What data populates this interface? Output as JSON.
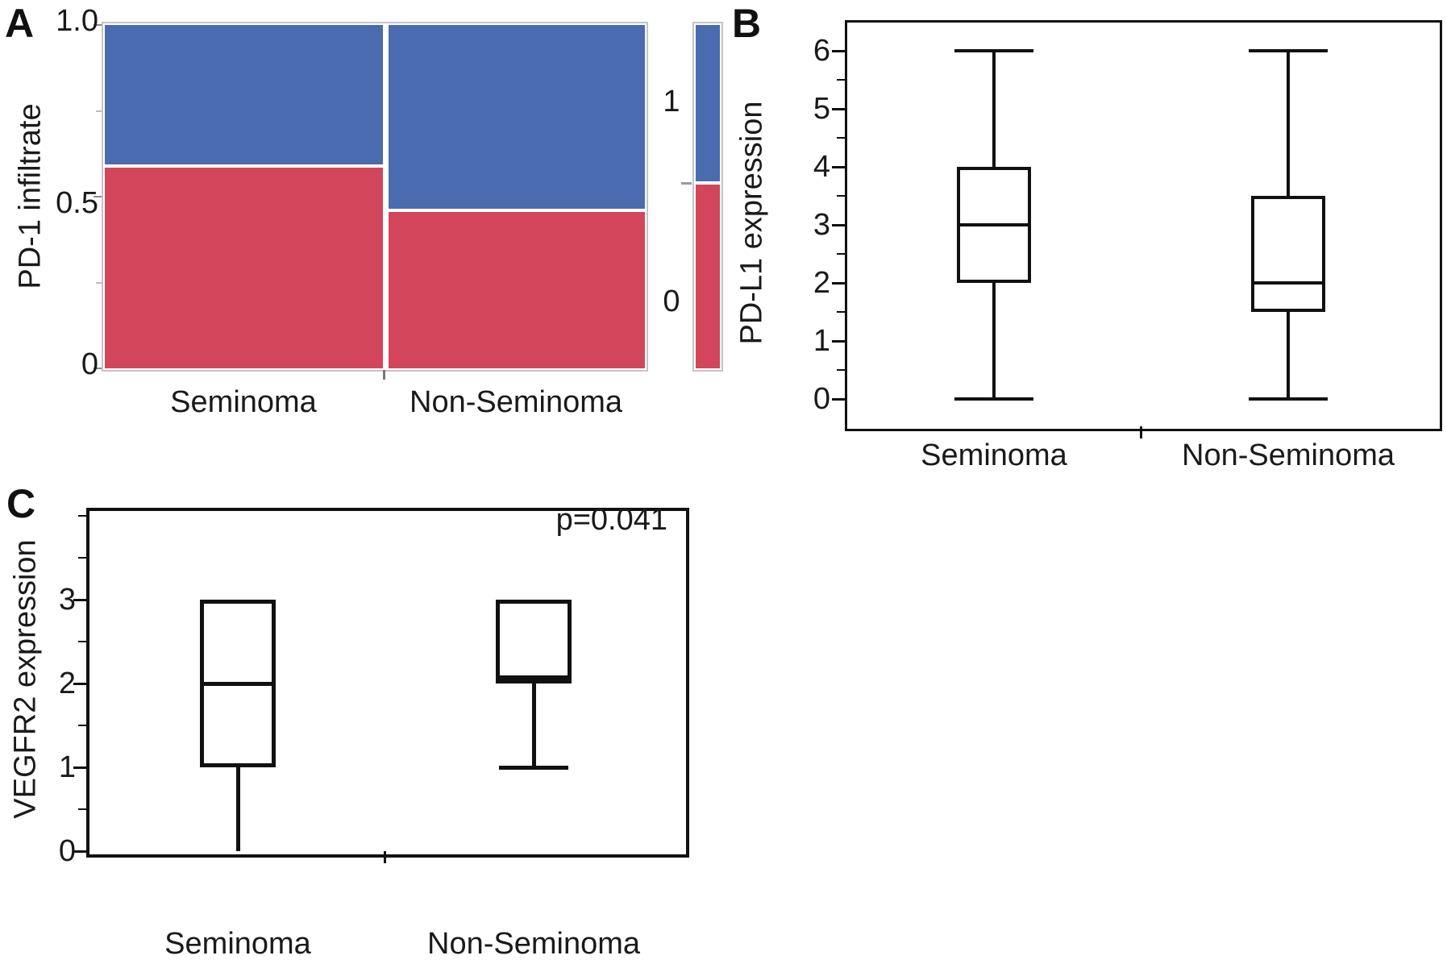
{
  "figure": {
    "background": "#ffffff",
    "panel_letters": [
      "A",
      "B",
      "C"
    ]
  },
  "chart_data": [
    {
      "panel_label": "A",
      "type": "mosaic",
      "ylabel": "PD-1 infiltrate",
      "ytick_labels": [
        "1.0",
        "0.5",
        "0"
      ],
      "ytick_values": [
        1.0,
        0.5,
        0
      ],
      "categories": [
        "Seminoma",
        "Non-Seminoma"
      ],
      "column_fractions": [
        0.52,
        0.48
      ],
      "stacks": [
        {
          "category": "Seminoma",
          "segments": [
            {
              "level": "1",
              "fraction": 0.41
            },
            {
              "level": "0",
              "fraction": 0.59
            }
          ]
        },
        {
          "category": "Non-Seminoma",
          "segments": [
            {
              "level": "1",
              "fraction": 0.54
            },
            {
              "level": "0",
              "fraction": 0.46
            }
          ]
        }
      ],
      "legend": {
        "labels": [
          "1",
          "0"
        ],
        "fractions": [
          0.46,
          0.54
        ]
      },
      "colors": {
        "level_1": "#4a6bb0",
        "level_0": "#d3455b",
        "mosaic_border": "#c4c4c4"
      }
    },
    {
      "panel_label": "B",
      "type": "box",
      "ylabel": "PD-L1 expression",
      "categories": [
        "Seminoma",
        "Non-Seminoma"
      ],
      "ylim": [
        0,
        6.5
      ],
      "ytick_values": [
        0,
        1,
        2,
        3,
        4,
        5,
        6
      ],
      "ytick_labels": [
        "0",
        "1",
        "2",
        "3",
        "4",
        "5",
        "6"
      ],
      "grid": false,
      "series": [
        {
          "name": "Seminoma",
          "min": 0,
          "q1": 2,
          "median": 3,
          "q3": 4,
          "max": 6,
          "min_cap": true,
          "max_cap": true
        },
        {
          "name": "Non-Seminoma",
          "min": 0,
          "q1": 1.5,
          "median": 2,
          "q3": 3.5,
          "max": 6,
          "min_cap": true,
          "max_cap": true
        }
      ]
    },
    {
      "panel_label": "C",
      "type": "box",
      "ylabel": "VEGFR2 expression",
      "annotation": "p=0.041",
      "categories": [
        "Seminoma",
        "Non-Seminoma"
      ],
      "ylim": [
        0,
        4.1
      ],
      "ytick_values": [
        0,
        1,
        2,
        3
      ],
      "ytick_labels": [
        "0",
        "1",
        "2",
        "3"
      ],
      "grid": false,
      "series": [
        {
          "name": "Seminoma",
          "min": 0,
          "q1": 1,
          "median": 2,
          "q3": 3,
          "max": 3,
          "min_cap": false,
          "max_cap": false
        },
        {
          "name": "Non-Seminoma",
          "min": 1,
          "q1": 2,
          "median": 2,
          "q3": 3,
          "max": 3,
          "min_cap": true,
          "max_cap": false
        }
      ]
    }
  ]
}
